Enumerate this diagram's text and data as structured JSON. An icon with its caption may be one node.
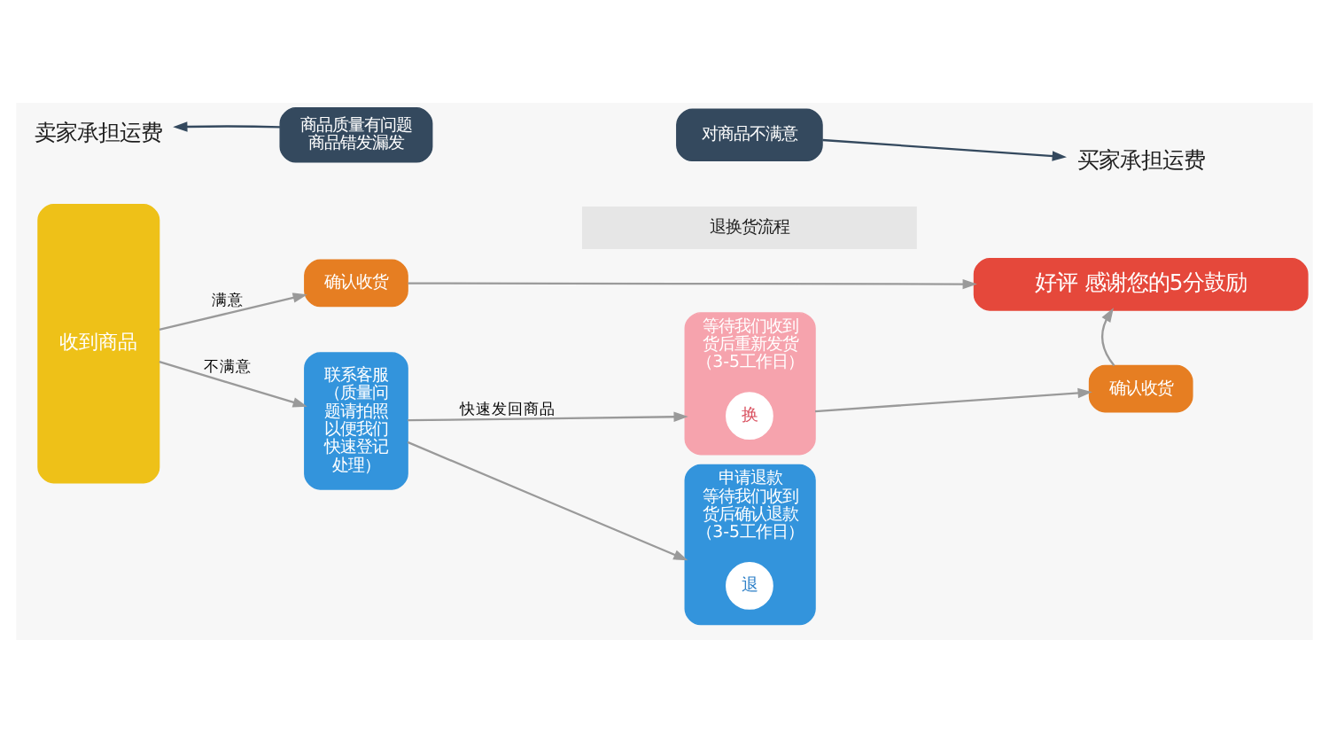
{
  "diagram": {
    "nodes": [
      {
        "text": [
          "卖家承担运费"
        ]
      },
      {
        "text": [
          "商品质量有问题",
          "商品错发漏发"
        ]
      },
      {
        "text": [
          "对商品不满意"
        ]
      },
      {
        "text": [
          "买家承担运费"
        ]
      },
      {
        "text": [
          "退换货流程"
        ]
      },
      {
        "text": [
          "收到商品"
        ]
      },
      {
        "text": [
          "确认收货"
        ]
      },
      {
        "text": [
          "联系客服",
          "（质量问题请拍照以便我们快速登记处理）"
        ]
      },
      {
        "text": [
          "好评 感谢您的5分鼓励"
        ]
      },
      {
        "text": [
          "等待我们收到货后重新发货（3-5工作日）"
        ]
      },
      {
        "text": [
          "换"
        ],
        "in": 9
      },
      {
        "text": [
          "确认收货"
        ]
      },
      {
        "text": [
          "申请退款",
          "等待我们收到货后确认退款（3-5工作日）"
        ]
      },
      {
        "text": [
          "退"
        ],
        "in": 12
      }
    ],
    "edges": [
      {
        "from": 1,
        "to": 0,
        "arrow": "to",
        "color": "#34495e"
      },
      {
        "from": 2,
        "to": 3,
        "arrow": "to",
        "color": "#34495e"
      },
      {
        "from": 5,
        "to": 6,
        "arrow": "to",
        "label": "满意"
      },
      {
        "from": 5,
        "to": 7,
        "arrow": "to",
        "label": "不满意"
      },
      {
        "from": 6,
        "to": 8,
        "arrow": "to"
      },
      {
        "from": 7,
        "to": 9,
        "arrow": "to",
        "label": "快速发回商品"
      },
      {
        "from": 7,
        "to": 12,
        "arrow": "to"
      },
      {
        "from": 9,
        "to": 11,
        "arrow": "to"
      },
      {
        "from": 11,
        "to": 8,
        "arrow": "to"
      }
    ]
  }
}
